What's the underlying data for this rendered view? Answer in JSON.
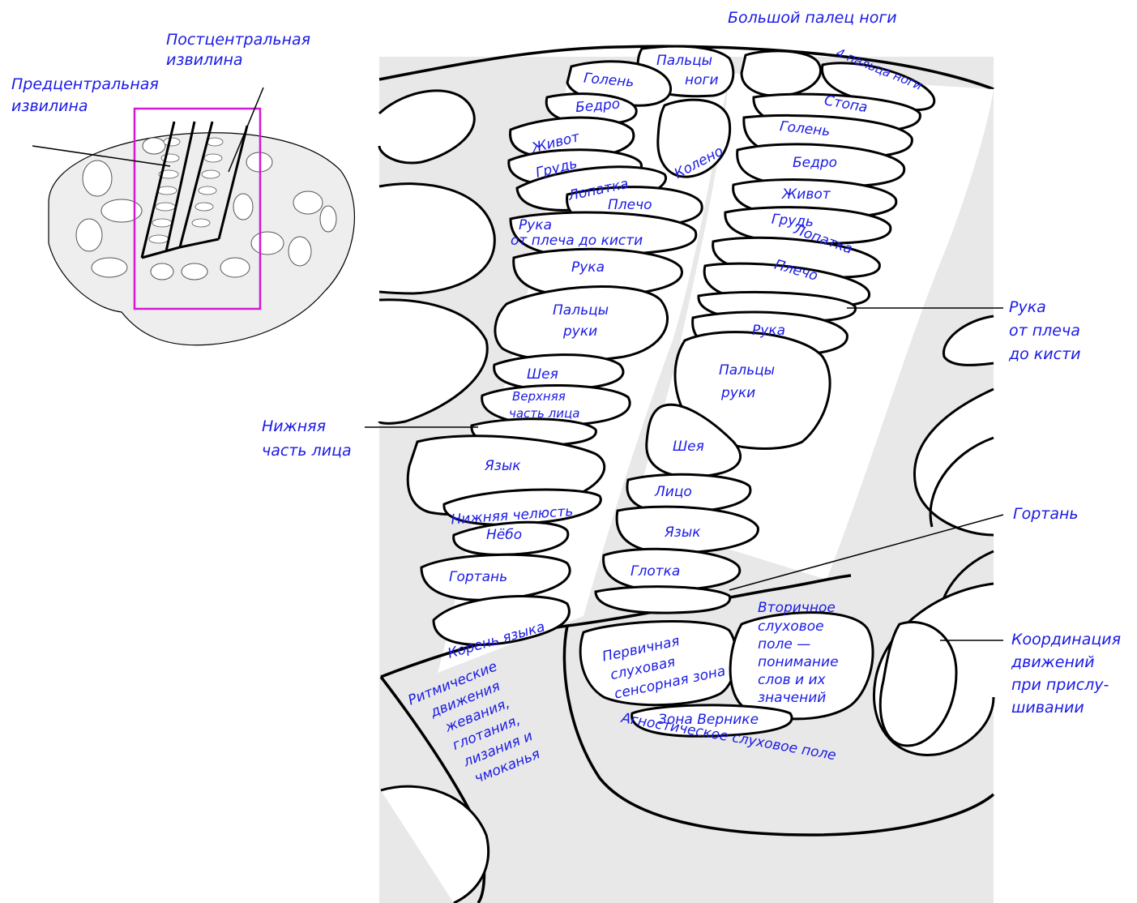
{
  "labels": {
    "postcentral": [
      "Постцентральная",
      "извилина"
    ],
    "precentral": [
      "Предцентральная",
      "извилина"
    ],
    "big_toe": "Большой палец ноги",
    "hand_shoulder_right": [
      "Рука",
      "от плеча",
      "до кисти"
    ],
    "lower_face": [
      "Нижняя",
      "часть лица"
    ],
    "larynx_right": "Гортань",
    "hearing_coord": [
      "Координация",
      "движений",
      "при прислу-",
      "шивании"
    ]
  },
  "motor": {
    "toes": [
      "Пальцы",
      "ноги"
    ],
    "shin": "Голень",
    "thigh": "Бедро",
    "belly": "Живот",
    "chest": "Грудь",
    "scapula": "Лопатка",
    "knee": "Колено",
    "shoulder": "Плечо",
    "arm": [
      "Рука",
      "от плеча до кисти"
    ],
    "hand": "Рука",
    "fingers": [
      "Пальцы",
      "руки"
    ],
    "neck": "Шея",
    "upper_face": [
      "Верхняя",
      "часть лица"
    ],
    "tongue": "Язык",
    "jaw": "Нижняя челюсть",
    "palate": "Нёбо",
    "larynx": "Гортань",
    "tongue_root": "Корень языка"
  },
  "sensory": {
    "toes": "4 пальца ноги",
    "foot": "Стопа",
    "shin": "Голень",
    "thigh": "Бедро",
    "belly": "Живот",
    "chest": "Грудь",
    "scapula": "Лопатка",
    "shoulder": "Плечо",
    "hand": "Рука",
    "fingers": [
      "Пальцы",
      "руки"
    ],
    "neck": "Шея",
    "face": "Лицо",
    "tongue": "Язык",
    "pharynx": "Глотка"
  },
  "auditory": {
    "rhythmic": [
      "Ритмические",
      "движения",
      "жевания,",
      "глотания,",
      "лизания и",
      "чмоканья"
    ],
    "primary": [
      "Первичная",
      "слуховая",
      "сенсорная зона"
    ],
    "secondary": [
      "Вторичное",
      "слуховое",
      "поле —",
      "понимание",
      "слов и их",
      "значений"
    ],
    "wernicke": "Зона Вернике",
    "agnostic": "Агностическое слуховое поле"
  },
  "colors": {
    "label": "#1a1ae6",
    "frame": "#d21ad2",
    "background": "#e8e8e8"
  }
}
